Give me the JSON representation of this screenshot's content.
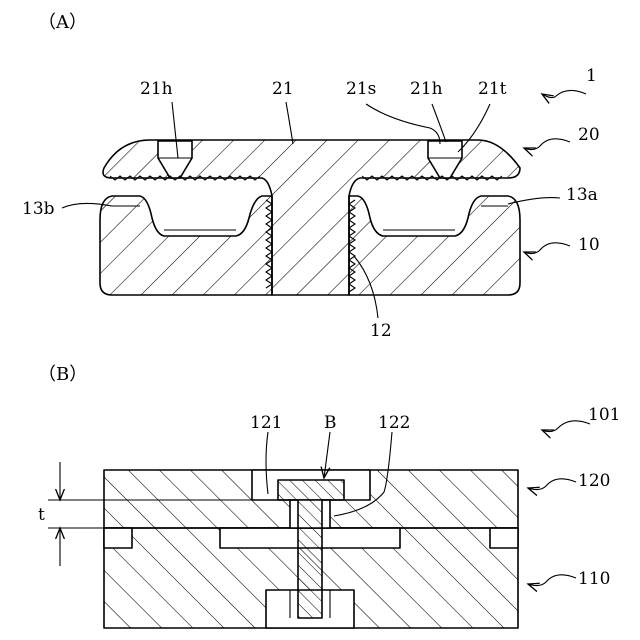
{
  "panel_a": {
    "title": "（A）",
    "labels": {
      "assembly": "1",
      "upper_part": "20",
      "lower_part": "10",
      "hole_left": "21h",
      "shaft": "21",
      "surface": "21s",
      "hole_right": "21h",
      "thread_top": "21t",
      "recess_left": "13b",
      "recess_right": "13a",
      "thread": "12"
    }
  },
  "panel_b": {
    "title": "（B）",
    "labels": {
      "assembly": "101",
      "upper_plate": "120",
      "lower_plate": "110",
      "part_left": "121",
      "bolt": "B",
      "part_right": "122",
      "thickness": "t"
    }
  }
}
